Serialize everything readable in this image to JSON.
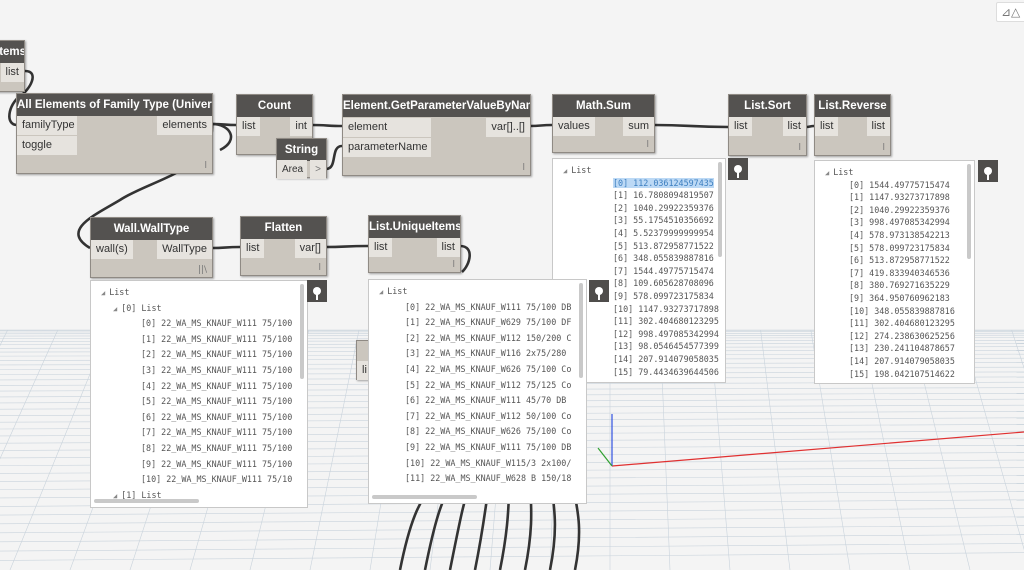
{
  "nodes": {
    "list_items_partial": {
      "title": "Items",
      "out": "list"
    },
    "all_elements": {
      "title": "All Elements of Family Type (Universal)",
      "in": [
        "familyType",
        "toggle"
      ],
      "out": "elements",
      "lacing": "l"
    },
    "count": {
      "title": "Count",
      "in": "list",
      "out": "int"
    },
    "string": {
      "title": "String",
      "value": "Area",
      "out": ">"
    },
    "get_param": {
      "title": "Element.GetParameterValueByName",
      "in": [
        "element",
        "parameterName"
      ],
      "out": "var[]..[]",
      "lacing": "l"
    },
    "math_sum": {
      "title": "Math.Sum",
      "in": "values",
      "out": "sum",
      "lacing": "l"
    },
    "list_sort": {
      "title": "List.Sort",
      "in": "list",
      "out": "list",
      "lacing": "l"
    },
    "list_reverse": {
      "title": "List.Reverse",
      "in": "list",
      "out": "list",
      "lacing": "l"
    },
    "wall_type": {
      "title": "Wall.WallType",
      "in": "wall(s)",
      "out": "WallType",
      "lacing": "||\\"
    },
    "flatten": {
      "title": "Flatten",
      "in": "list",
      "out": "var[]",
      "lacing": "l"
    },
    "unique": {
      "title": "List.UniqueItems",
      "in": "list",
      "out": "list",
      "lacing": "l"
    },
    "hidden": {
      "label": "li"
    }
  },
  "watches": {
    "math_sum": {
      "root": "List",
      "items": [
        "[0] 112.036124597435",
        "[1] 16.7808094819507",
        "[2] 1040.29922359376",
        "[3] 55.1754510356692",
        "[4] 5.52379999999954",
        "[5] 513.872958771522",
        "[6] 348.055839887816",
        "[7] 1544.49775715474",
        "[8] 109.605628708096",
        "[9] 578.099723175834",
        "[10] 1147.93273717898",
        "[11] 302.404680123295",
        "[12] 998.497085342994",
        "[13] 98.0546454577399",
        "[14] 207.914079058035",
        "[15] 79.4434639644506"
      ]
    },
    "list_reverse": {
      "root": "List",
      "items": [
        "[0] 1544.49775715474",
        "[1] 1147.93273717898",
        "[2] 1040.29922359376",
        "[3] 998.497085342994",
        "[4] 578.973138542213",
        "[5] 578.099723175834",
        "[6] 513.872958771522",
        "[7] 419.833940346536",
        "[8] 380.769271635229",
        "[9] 364.950760962183",
        "[10] 348.055839887816",
        "[11] 302.404680123295",
        "[12] 274.238630625256",
        "[13] 230.241104878657",
        "[14] 207.914079058035",
        "[15] 198.042107514622"
      ]
    },
    "wall_type": {
      "root": "List",
      "sub": "[0] List",
      "items": [
        "[0] 22_WA_MS_KNAUF_W111 75/100",
        "[1] 22_WA_MS_KNAUF_W111 75/100",
        "[2] 22_WA_MS_KNAUF_W111 75/100",
        "[3] 22_WA_MS_KNAUF_W111 75/100",
        "[4] 22_WA_MS_KNAUF_W111 75/100",
        "[5] 22_WA_MS_KNAUF_W111 75/100",
        "[6] 22_WA_MS_KNAUF_W111 75/100",
        "[7] 22_WA_MS_KNAUF_W111 75/100",
        "[8] 22_WA_MS_KNAUF_W111 75/100",
        "[9] 22_WA_MS_KNAUF_W111 75/100",
        "[10] 22_WA_MS_KNAUF_W111 75/10"
      ],
      "next": "[1] List"
    },
    "unique": {
      "root": "List",
      "items": [
        "[0] 22_WA_MS_KNAUF_W111 75/100 DB",
        "[1] 22_WA_MS_KNAUF_W629 75/100 DF",
        "[2] 22_WA_MS_KNAUF_W112 150/200 C",
        "[3] 22_WA_MS_KNAUF_W116 2x75/280",
        "[4] 22_WA_MS_KNAUF_W626 75/100 Co",
        "[5] 22_WA_MS_KNAUF_W112 75/125 Co",
        "[6] 22_WA_MS_KNAUF_W111 45/70 DB",
        "[7] 22_WA_MS_KNAUF_W112 50/100 Co",
        "[8] 22_WA_MS_KNAUF_W626 75/100 Co",
        "[9] 22_WA_MS_KNAUF_W111 75/100 DB",
        "[10] 22_WA_MS_KNAUF_W115/3 2x100/",
        "[11] 22_WA_MS_KNAUF_W628 B 150/18"
      ]
    }
  },
  "toolbar": {
    "view_toggle_icon": "geometry-view-icon"
  },
  "colors": {
    "header": "#545250",
    "body": "#cbc6be",
    "port": "#e6e3de",
    "selection": "#bcd9f5",
    "x_axis": "#e03030",
    "y_axis": "#30a030",
    "z_axis": "#3050e0"
  }
}
